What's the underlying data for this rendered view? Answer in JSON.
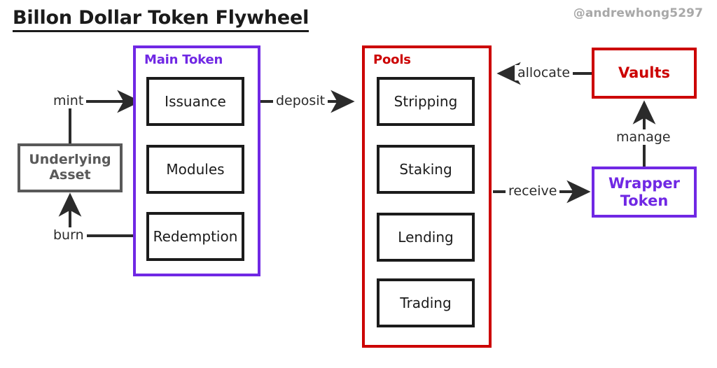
{
  "header": {
    "title": "Billon Dollar Token Flywheel",
    "handle": "@andrewhong5297"
  },
  "colors": {
    "purple": "#7028e4",
    "red": "#cc0000",
    "gray": "#595959",
    "ink": "#1b1b1b",
    "handle_gray": "#a8a8a8",
    "background": "#ffffff"
  },
  "groups": {
    "main_token": {
      "title": "Main Token",
      "color": "#7028e4",
      "nodes": [
        {
          "label": "Issuance"
        },
        {
          "label": "Modules"
        },
        {
          "label": "Redemption"
        }
      ]
    },
    "pools": {
      "title": "Pools",
      "color": "#cc0000",
      "nodes": [
        {
          "label": "Stripping"
        },
        {
          "label": "Staking"
        },
        {
          "label": "Lending"
        },
        {
          "label": "Trading"
        }
      ]
    }
  },
  "nodes": {
    "underlying_asset": {
      "label": "Underlying\nAsset",
      "line1": "Underlying",
      "line2": "Asset",
      "color": "#595959"
    },
    "vaults": {
      "label": "Vaults",
      "color": "#cc0000"
    },
    "wrapper_token": {
      "label": "Wrapper\nToken",
      "line1": "Wrapper",
      "line2": "Token",
      "color": "#7028e4"
    }
  },
  "edges": [
    {
      "id": "mint",
      "label": "mint",
      "from": "underlying-asset",
      "to": "issuance",
      "direction": "right"
    },
    {
      "id": "burn",
      "label": "burn",
      "from": "redemption",
      "to": "underlying-asset",
      "direction": "up"
    },
    {
      "id": "deposit",
      "label": "deposit",
      "from": "main-token",
      "to": "pools",
      "direction": "right"
    },
    {
      "id": "allocate",
      "label": "allocate",
      "from": "vaults",
      "to": "pools",
      "direction": "left"
    },
    {
      "id": "manage",
      "label": "manage",
      "from": "wrapper-token",
      "to": "vaults",
      "direction": "up"
    },
    {
      "id": "receive",
      "label": "receive",
      "from": "pools",
      "to": "wrapper-token",
      "direction": "right"
    }
  ]
}
